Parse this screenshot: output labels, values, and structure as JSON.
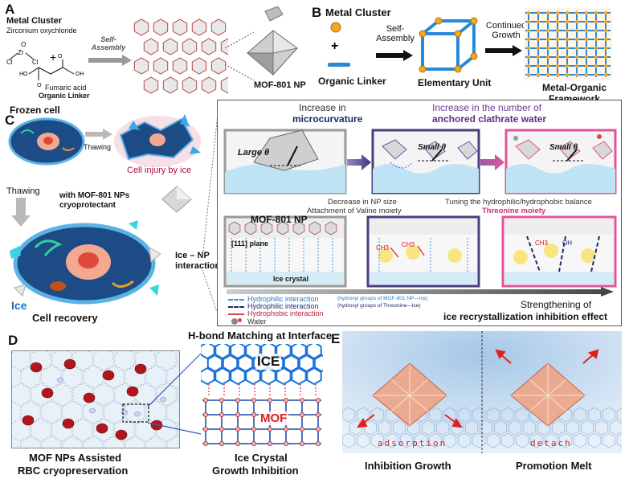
{
  "panelA": {
    "letter": "A",
    "metal_cluster": "Metal Cluster",
    "zirconium": "Zirconium oxychloride",
    "plus": "+",
    "fumaric": "Fumaric acid",
    "organic_linker": "Organic Linker",
    "self_assembly": "Self-Assembly",
    "frozen_cell": "Frozen cell",
    "mof_np": "MOF-801 NP"
  },
  "panelB": {
    "letter": "B",
    "metal_cluster": "Metal Cluster",
    "plus": "+",
    "organic_linker": "Organic Linker",
    "self_assembly": "Self-Assembly",
    "elementary_unit": "Elementary Unit",
    "continued_growth": "Continued Growth",
    "framework": "Metal-Organic Framework"
  },
  "panelC": {
    "letter": "C",
    "thawing1": "Thawing",
    "cell_injury": "Cell injury by ice",
    "thawing2": "Thawing",
    "with_mof": "with MOF-801 NPs cryoprotectant",
    "ice": "Ice",
    "ice_np": "Ice – NP interaction",
    "cell_recovery": "Cell recovery",
    "increase_micro_1": "Increase in",
    "increase_micro_2": "microcurvature",
    "increase_anch_1": "Increase in the number of",
    "increase_anch_2": "anchored clathrate water",
    "large_theta": "Large θ",
    "small_theta1": "Small θ",
    "small_theta2": "Small θ",
    "decrease_size": "Decrease in NP size",
    "attach_valine": "Attachment of Valine moiety",
    "tuning": "Tuning the hydrophilic/hydrophobic balance",
    "threonine": "Threonine moiety",
    "mof_np": "MOF-801 NP",
    "plane": "[111] plane",
    "ice_crystal": "Ice crystal",
    "ch3_a": "CH3",
    "ch3_b": "CH3",
    "ch3_c": "CH3",
    "oh": "OH",
    "legend": [
      {
        "label": "Hydrophilic interaction",
        "note": "(hydroxyl groups of MOF-801 NP—Ice)",
        "color": "#3b9ad9"
      },
      {
        "label": "Hydrophilic interaction",
        "note": "(hydroxyl groups of Threonine—Ice)",
        "color": "#1b2a6b"
      },
      {
        "label": "Hydrophobic interaction",
        "note": "",
        "color": "#e0405a"
      },
      {
        "label": "Water",
        "note": "",
        "color": "#888888"
      }
    ],
    "strengthening_1": "Strengthening of",
    "strengthening_2": "ice recrystallization inhibition effect"
  },
  "panelD": {
    "letter": "D",
    "hbond": "H-bond Matching at Interface",
    "ice": "ICE",
    "mof": "MOF",
    "caption_left_1": "MOF NPs Assisted",
    "caption_left_2": "RBC cryopreservation",
    "caption_right_1": "Ice Crystal",
    "caption_right_2": "Growth Inhibition"
  },
  "panelE": {
    "letter": "E",
    "adsorption": "adsorption",
    "detach": "detach",
    "inhibition": "Inhibition Growth",
    "promotion": "Promotion Melt"
  },
  "colors": {
    "navy": "#1b2a6b",
    "purple": "#6a3d8f",
    "pink": "#e0559a",
    "ice_blue": "#a9d8f0",
    "mof_red": "#e02020",
    "orange_ball": "#f5a623",
    "linker_blue": "#2a88d8"
  }
}
